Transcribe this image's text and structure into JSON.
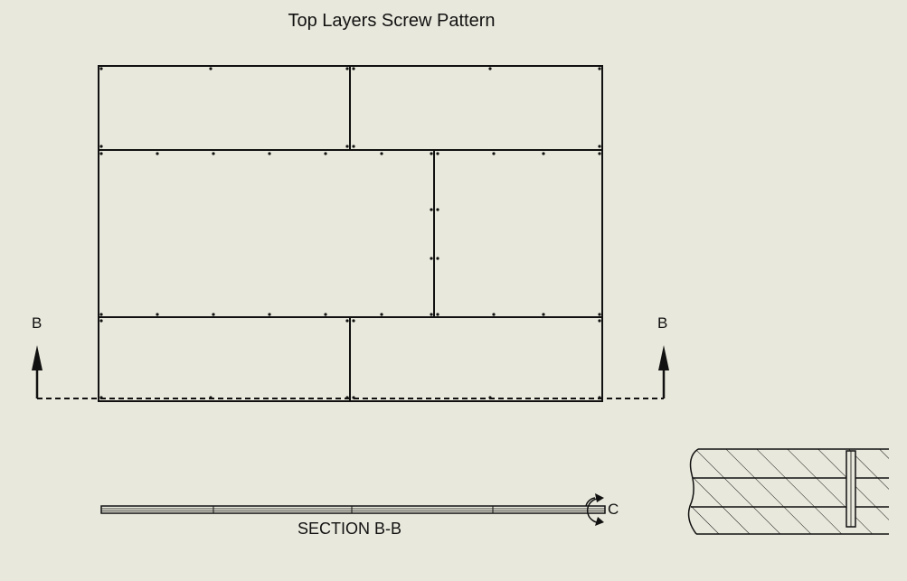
{
  "drawing": {
    "title": "Top Layers Screw Pattern",
    "section_marker_left": "B",
    "section_marker_right": "B",
    "section_caption": "SECTION B-B",
    "detail_marker": "C",
    "colors": {
      "background": "#e9e8dc",
      "line": "#111111"
    }
  }
}
